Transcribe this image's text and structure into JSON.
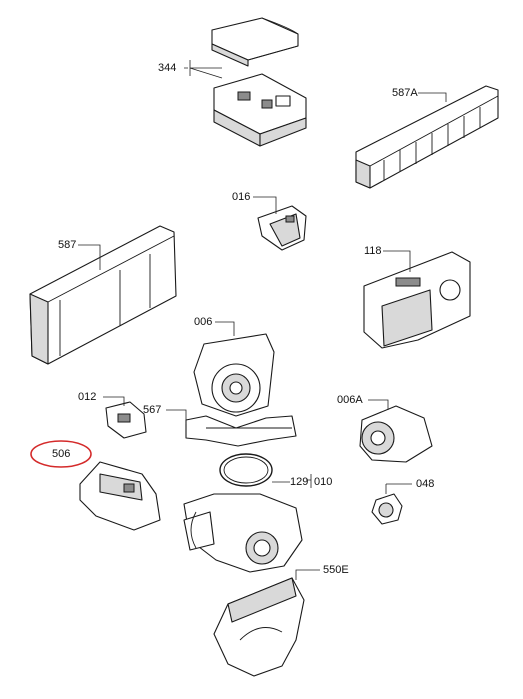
{
  "labels": {
    "p344": "344",
    "p587A": "587A",
    "p016": "016",
    "p587": "587",
    "p118": "118",
    "p006": "006",
    "p012": "012",
    "p567": "567",
    "p006A": "006A",
    "p506": "506",
    "p129": "129",
    "p010": "010",
    "p048": "048",
    "p550E": "550E"
  },
  "highlight": {
    "target": "506",
    "color": "#d42a2a"
  }
}
